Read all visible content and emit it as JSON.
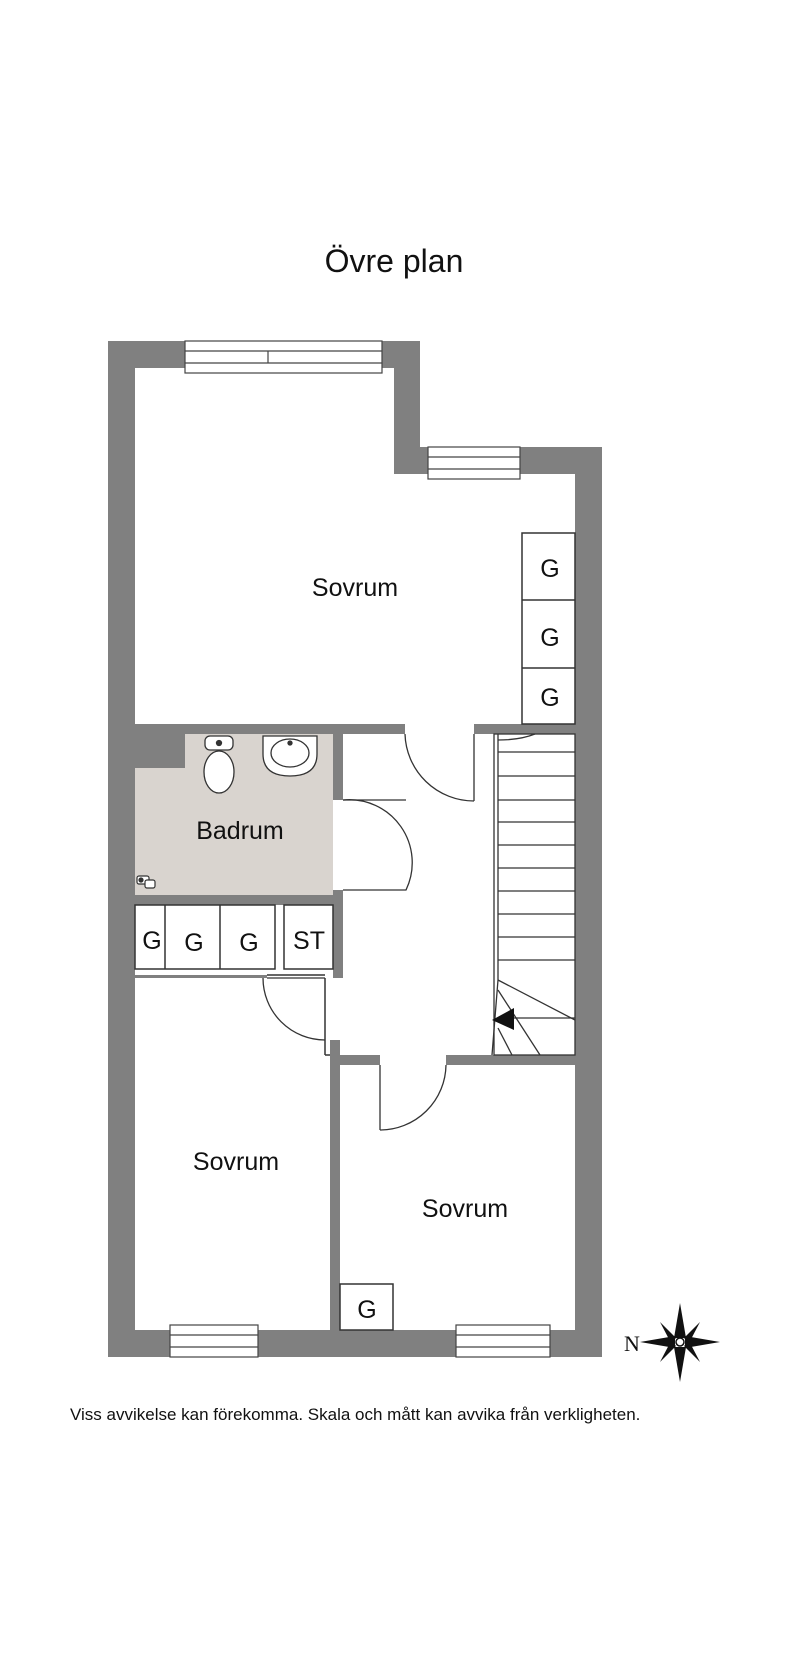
{
  "title": "Övre plan",
  "rooms": {
    "bedroom_top": "Sovrum",
    "bathroom": "Badrum",
    "bedroom_left": "Sovrum",
    "bedroom_right": "Sovrum"
  },
  "closets": {
    "top_1": "G",
    "top_2": "G",
    "top_3": "G",
    "mid_1": "G",
    "mid_2": "G",
    "mid_3": "G",
    "mid_st": "ST",
    "bottom_right": "G"
  },
  "compass": {
    "north_label": "N"
  },
  "disclaimer": "Viss avvikelse kan förekomma. Skala och mått kan avvika från verkligheten.",
  "colors": {
    "wall": "#808080",
    "bathroom_floor": "#d9d4cf",
    "line": "#333333"
  },
  "icons": [
    "toilet-icon",
    "sink-icon",
    "faucet-icon",
    "stair-direction-arrow-icon",
    "compass-rose-icon"
  ]
}
